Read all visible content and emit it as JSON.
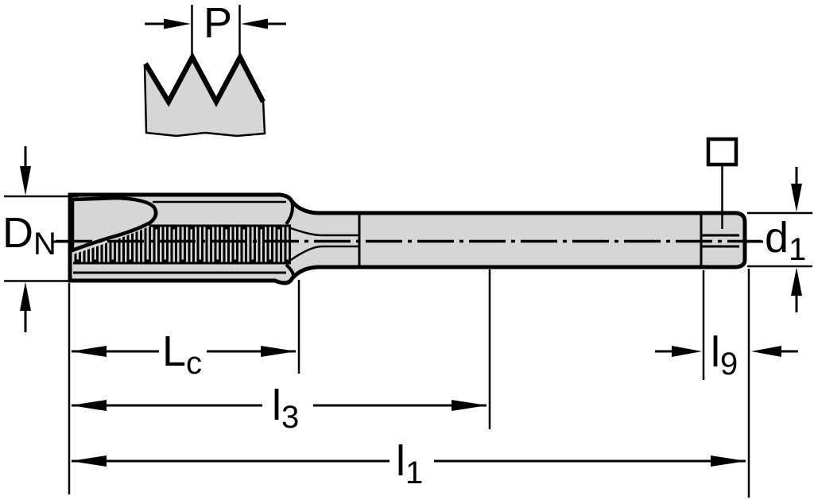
{
  "diagram": {
    "type": "technical-drawing",
    "subject": "machine-tap-dimension-drawing",
    "colors": {
      "background": "#ffffff",
      "line": "#000000",
      "body_fill": "#d6d6d6",
      "symbol_fill": "#ffffff"
    },
    "labels": {
      "pitch": {
        "main": "P"
      },
      "nominal_diameter": {
        "main": "D",
        "sub": "N"
      },
      "chamfer_length": {
        "main": "L",
        "sub": "c"
      },
      "thread_length": {
        "main": "l",
        "sub": "3"
      },
      "overall_length": {
        "main": "l",
        "sub": "1"
      },
      "square_length": {
        "main": "l",
        "sub": "9"
      },
      "shank_diameter": {
        "main": "d",
        "sub": "1"
      }
    },
    "icons": {
      "square_drive": "square-drive-end-symbol"
    }
  }
}
